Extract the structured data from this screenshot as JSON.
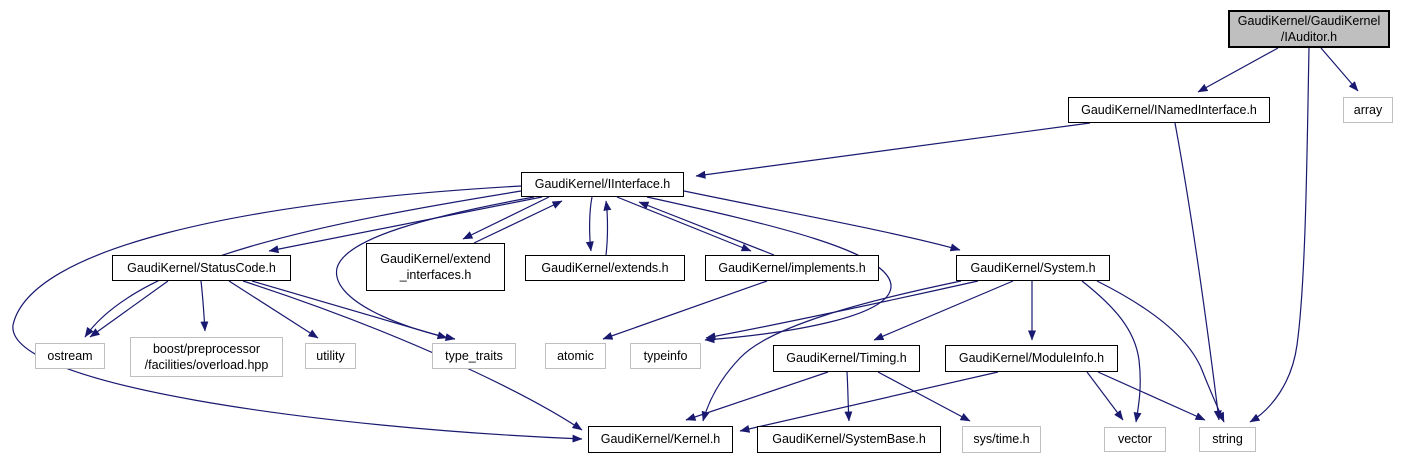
{
  "diagram": {
    "kind": "include-dependency-graph",
    "root_header": "GaudiKernel/GaudiKernel/IAuditor.h",
    "colors": {
      "background": "#ffffff",
      "edge": "#191970",
      "internal_node_border": "#000000",
      "external_node_border": "#bfbfbf",
      "root_node_fill": "#bfbfbf",
      "node_fill": "#ffffff",
      "text": "#000000"
    }
  },
  "nodes": [
    {
      "id": "iauditor",
      "type": "root",
      "label": "GaudiKernel/GaudiKernel/IAuditor.h",
      "lines": [
        "GaudiKernel/GaudiKernel",
        "/IAuditor.h"
      ]
    },
    {
      "id": "inamed",
      "type": "internal",
      "label": "GaudiKernel/INamedInterface.h",
      "lines": [
        "GaudiKernel/INamedInterface.h"
      ]
    },
    {
      "id": "array",
      "type": "external",
      "label": "array",
      "lines": [
        "array"
      ]
    },
    {
      "id": "iinterface",
      "type": "internal",
      "label": "GaudiKernel/IInterface.h",
      "lines": [
        "GaudiKernel/IInterface.h"
      ]
    },
    {
      "id": "statuscode",
      "type": "internal",
      "label": "GaudiKernel/StatusCode.h",
      "lines": [
        "GaudiKernel/StatusCode.h"
      ]
    },
    {
      "id": "extendint",
      "type": "internal",
      "label": "GaudiKernel/extend_interfaces.h",
      "lines": [
        "GaudiKernel/extend",
        "_interfaces.h"
      ]
    },
    {
      "id": "extends",
      "type": "internal",
      "label": "GaudiKernel/extends.h",
      "lines": [
        "GaudiKernel/extends.h"
      ]
    },
    {
      "id": "implements",
      "type": "internal",
      "label": "GaudiKernel/implements.h",
      "lines": [
        "GaudiKernel/implements.h"
      ]
    },
    {
      "id": "system",
      "type": "internal",
      "label": "GaudiKernel/System.h",
      "lines": [
        "GaudiKernel/System.h"
      ]
    },
    {
      "id": "ostream",
      "type": "external",
      "label": "ostream",
      "lines": [
        "ostream"
      ]
    },
    {
      "id": "boost",
      "type": "external",
      "label": "boost/preprocessor/facilities/overload.hpp",
      "lines": [
        "boost/preprocessor",
        "/facilities/overload.hpp"
      ]
    },
    {
      "id": "utility",
      "type": "external",
      "label": "utility",
      "lines": [
        "utility"
      ]
    },
    {
      "id": "typetraits",
      "type": "external",
      "label": "type_traits",
      "lines": [
        "type_traits"
      ]
    },
    {
      "id": "atomic",
      "type": "external",
      "label": "atomic",
      "lines": [
        "atomic"
      ]
    },
    {
      "id": "typeinfo",
      "type": "external",
      "label": "typeinfo",
      "lines": [
        "typeinfo"
      ]
    },
    {
      "id": "timing",
      "type": "internal",
      "label": "GaudiKernel/Timing.h",
      "lines": [
        "GaudiKernel/Timing.h"
      ]
    },
    {
      "id": "moduleinfo",
      "type": "internal",
      "label": "GaudiKernel/ModuleInfo.h",
      "lines": [
        "GaudiKernel/ModuleInfo.h"
      ]
    },
    {
      "id": "kernel",
      "type": "internal",
      "label": "GaudiKernel/Kernel.h",
      "lines": [
        "GaudiKernel/Kernel.h"
      ]
    },
    {
      "id": "systembase",
      "type": "internal",
      "label": "GaudiKernel/SystemBase.h",
      "lines": [
        "GaudiKernel/SystemBase.h"
      ]
    },
    {
      "id": "systime",
      "type": "external",
      "label": "sys/time.h",
      "lines": [
        "sys/time.h"
      ]
    },
    {
      "id": "vector",
      "type": "external",
      "label": "vector",
      "lines": [
        "vector"
      ]
    },
    {
      "id": "string",
      "type": "external",
      "label": "string",
      "lines": [
        "string"
      ]
    }
  ],
  "edges": [
    {
      "from": "iauditor",
      "to": "inamed"
    },
    {
      "from": "iauditor",
      "to": "array"
    },
    {
      "from": "iauditor",
      "to": "string"
    },
    {
      "from": "inamed",
      "to": "iinterface"
    },
    {
      "from": "inamed",
      "to": "string"
    },
    {
      "from": "iinterface",
      "to": "statuscode"
    },
    {
      "from": "iinterface",
      "to": "ostream"
    },
    {
      "from": "iinterface",
      "to": "kernel"
    },
    {
      "from": "iinterface",
      "to": "type_traits"
    },
    {
      "from": "iinterface",
      "to": "extendint"
    },
    {
      "from": "extendint",
      "to": "iinterface"
    },
    {
      "from": "iinterface",
      "to": "extends"
    },
    {
      "from": "extends",
      "to": "iinterface"
    },
    {
      "from": "iinterface",
      "to": "implements"
    },
    {
      "from": "implements",
      "to": "iinterface"
    },
    {
      "from": "iinterface",
      "to": "system"
    },
    {
      "from": "iinterface",
      "to": "typeinfo"
    },
    {
      "from": "statuscode",
      "to": "ostream"
    },
    {
      "from": "statuscode",
      "to": "boost"
    },
    {
      "from": "statuscode",
      "to": "utility"
    },
    {
      "from": "statuscode",
      "to": "typetraits"
    },
    {
      "from": "statuscode",
      "to": "kernel"
    },
    {
      "from": "implements",
      "to": "atomic"
    },
    {
      "from": "system",
      "to": "typeinfo"
    },
    {
      "from": "system",
      "to": "timing"
    },
    {
      "from": "system",
      "to": "moduleinfo"
    },
    {
      "from": "system",
      "to": "kernel"
    },
    {
      "from": "system",
      "to": "vector"
    },
    {
      "from": "system",
      "to": "string"
    },
    {
      "from": "timing",
      "to": "kernel"
    },
    {
      "from": "timing",
      "to": "systembase"
    },
    {
      "from": "timing",
      "to": "systime"
    },
    {
      "from": "moduleinfo",
      "to": "kernel"
    },
    {
      "from": "moduleinfo",
      "to": "vector"
    },
    {
      "from": "moduleinfo",
      "to": "string"
    }
  ]
}
